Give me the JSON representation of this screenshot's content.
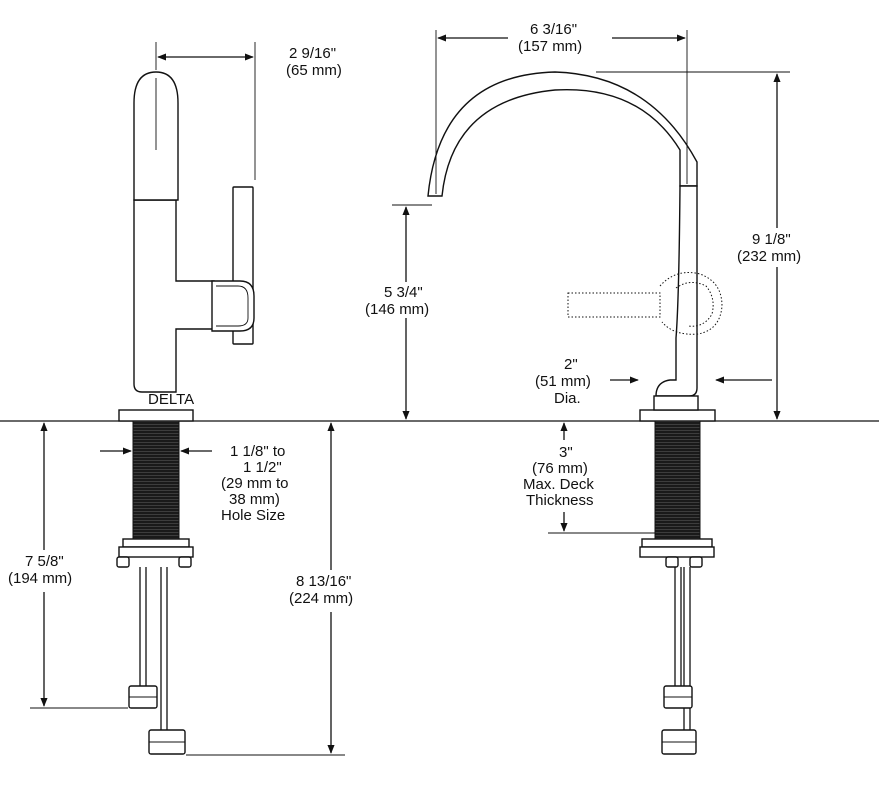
{
  "dimensions": {
    "handle_depth": {
      "imperial": "2 9/16\"",
      "metric": "(65 mm)"
    },
    "spout_reach": {
      "imperial": "6 3/16\"",
      "metric": "(157 mm)"
    },
    "spout_height": {
      "imperial": "5 3/4\"",
      "metric": "(146 mm)"
    },
    "overall_height": {
      "imperial": "9 1/8\"",
      "metric": "(232 mm)"
    },
    "base_diameter": {
      "imperial": "2\"",
      "metric": "(51 mm)",
      "note": "Dia."
    },
    "hole_size": {
      "line1": "1 1/8\" to",
      "line2": "1 1/2\"",
      "line3": "(29 mm to",
      "line4": "38 mm)",
      "line5": "Hole Size"
    },
    "deck_thickness": {
      "imperial": "3\"",
      "metric": "(76 mm)",
      "line3": "Max. Deck",
      "line4": "Thickness"
    },
    "shank_to_nut": {
      "imperial": "7 5/8\"",
      "metric": "(194 mm)"
    },
    "shank_total": {
      "imperial": "8 13/16\"",
      "metric": "(224 mm)"
    }
  },
  "labels": {
    "base_stamp": "DELTA"
  }
}
